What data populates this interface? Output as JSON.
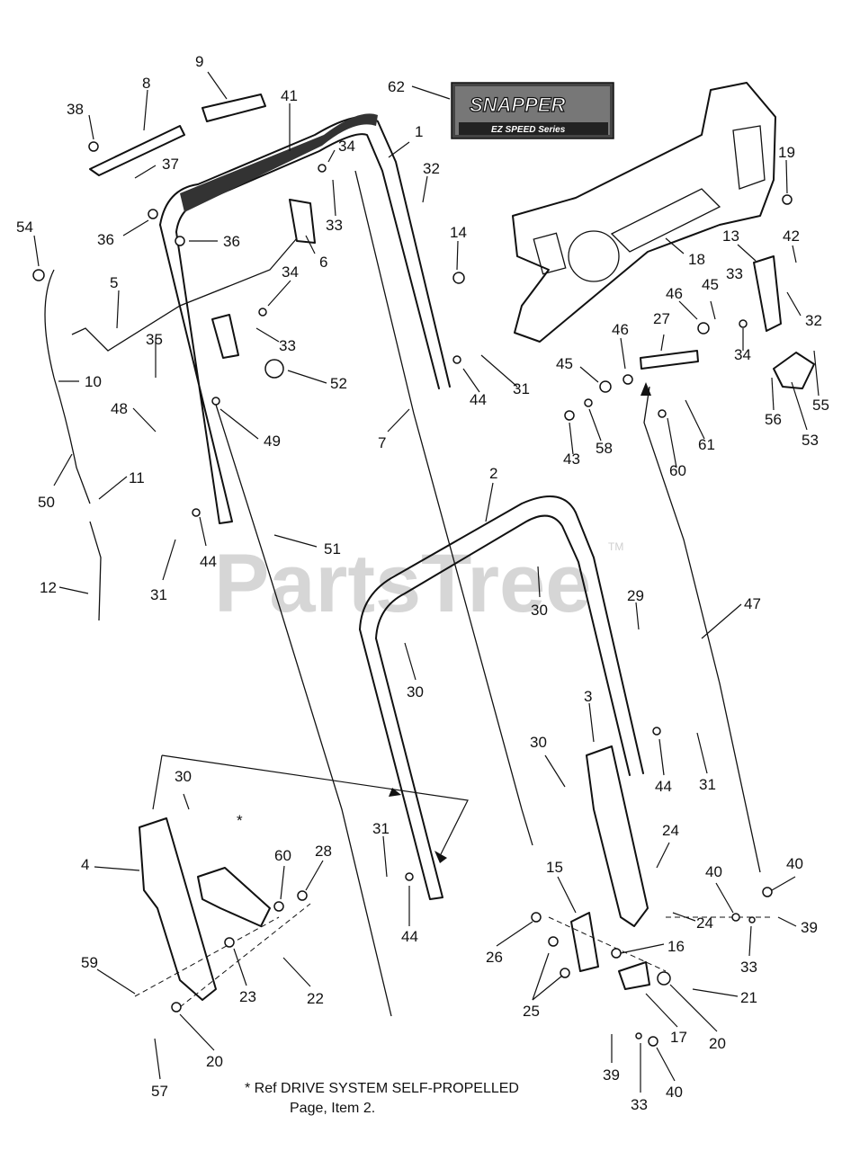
{
  "watermark": {
    "text": "PartsTree",
    "trademark": "TM"
  },
  "logo": {
    "brand": "SNAPPER",
    "series": "EZ SPEED Series"
  },
  "callouts": [
    "1",
    "2",
    "3",
    "4",
    "5",
    "6",
    "7",
    "8",
    "9",
    "10",
    "11",
    "12",
    "13",
    "14",
    "15",
    "16",
    "17",
    "18",
    "19",
    "20",
    "21",
    "22",
    "23",
    "24",
    "25",
    "26",
    "27",
    "28",
    "29",
    "30",
    "31",
    "32",
    "33",
    "34",
    "35",
    "36",
    "37",
    "38",
    "39",
    "40",
    "41",
    "42",
    "43",
    "44",
    "45",
    "46",
    "47",
    "48",
    "49",
    "50",
    "51",
    "52",
    "53",
    "54",
    "55",
    "56",
    "57",
    "58",
    "59",
    "60",
    "61",
    "62"
  ],
  "labels": {
    "c8": "8",
    "c9": "9",
    "c41": "41",
    "c62": "62",
    "c1": "1",
    "c38": "38",
    "c37": "37",
    "c34a": "34",
    "c32a": "32",
    "c19": "19",
    "c36a": "36",
    "c36b": "36",
    "c33a": "33",
    "c54": "54",
    "c6": "6",
    "c14": "14",
    "c18": "18",
    "c13": "13",
    "c42": "42",
    "c5": "5",
    "c34b": "34",
    "c33b": "33",
    "c46a": "46",
    "c45a": "45",
    "c32b": "32",
    "c35": "35",
    "c33c": "33",
    "c52": "52",
    "c46b": "46",
    "c27": "27",
    "c34c": "34",
    "c10": "10",
    "c44a": "44",
    "c31a": "31",
    "c45b": "45",
    "c55": "55",
    "c48": "48",
    "c49": "49",
    "c7": "7",
    "c56": "56",
    "c53": "53",
    "c43": "43",
    "c58": "58",
    "c61": "61",
    "c50": "50",
    "c11": "11",
    "c60a": "60",
    "c2": "2",
    "c44b": "44",
    "c51": "51",
    "c31b": "31",
    "c12": "12",
    "c30a": "30",
    "c29": "29",
    "c47": "47",
    "c30b": "30",
    "c3": "3",
    "c30c": "30",
    "c44c": "44",
    "c31c": "31",
    "c30d": "30",
    "c31d": "31",
    "c24a": "24",
    "c4": "4",
    "c60b": "60",
    "c28": "28",
    "c40a": "40",
    "c40b": "40",
    "c15": "15",
    "c44d": "44",
    "c24b": "24",
    "c39a": "39",
    "c26": "26",
    "c16": "16",
    "c33d": "33",
    "c59": "59",
    "c23": "23",
    "c22": "22",
    "c25": "25",
    "c21": "21",
    "c17": "17",
    "c20a": "20",
    "c20b": "20",
    "c57": "57",
    "c39b": "39",
    "c40c": "40",
    "c33e": "33"
  },
  "footnote": {
    "line1": "* Ref DRIVE SYSTEM SELF-PROPELLED",
    "line2": "Page, Item 2.",
    "asterisk": "*"
  }
}
